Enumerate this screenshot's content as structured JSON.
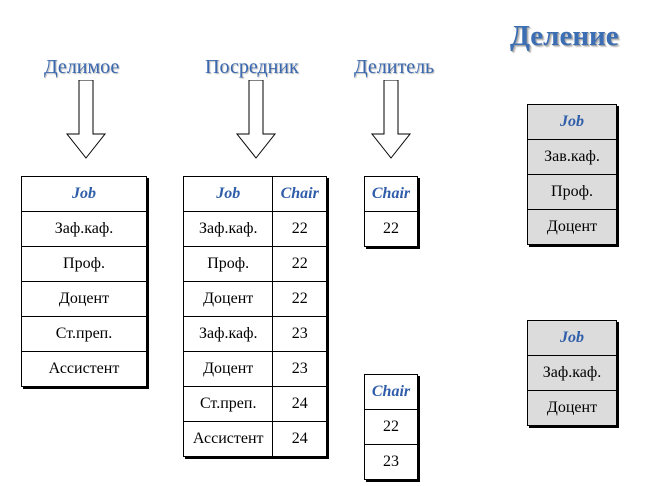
{
  "title": "Деление",
  "labels": {
    "dividend": "Делимое",
    "intermediary": "Посредник",
    "divisor": "Делитель"
  },
  "dividend_table": {
    "header": "Job",
    "rows": [
      "Заф.каф.",
      "Проф.",
      "Доцент",
      "Ст.преп.",
      "Ассистент"
    ]
  },
  "intermediary_table": {
    "headers": [
      "Job",
      "Chair"
    ],
    "rows": [
      [
        "Заф.каф.",
        "22"
      ],
      [
        "Проф.",
        "22"
      ],
      [
        "Доцент",
        "22"
      ],
      [
        "Заф.каф.",
        "23"
      ],
      [
        "Доцент",
        "23"
      ],
      [
        "Ст.преп.",
        "24"
      ],
      [
        "Ассистент",
        "24"
      ]
    ]
  },
  "divisor_table_1": {
    "header": "Chair",
    "rows": [
      "22"
    ]
  },
  "divisor_table_2": {
    "header": "Chair",
    "rows": [
      "22",
      "23"
    ]
  },
  "result_table_1": {
    "header": "Job",
    "rows": [
      "Зав.каф.",
      "Проф.",
      "Доцент"
    ]
  },
  "result_table_2": {
    "header": "Job",
    "rows": [
      "Заф.каф.",
      "Доцент"
    ]
  },
  "colors": {
    "accent": "#2f5da9",
    "title": "#3c6eb4",
    "result_fill": "#dcdcdc"
  }
}
